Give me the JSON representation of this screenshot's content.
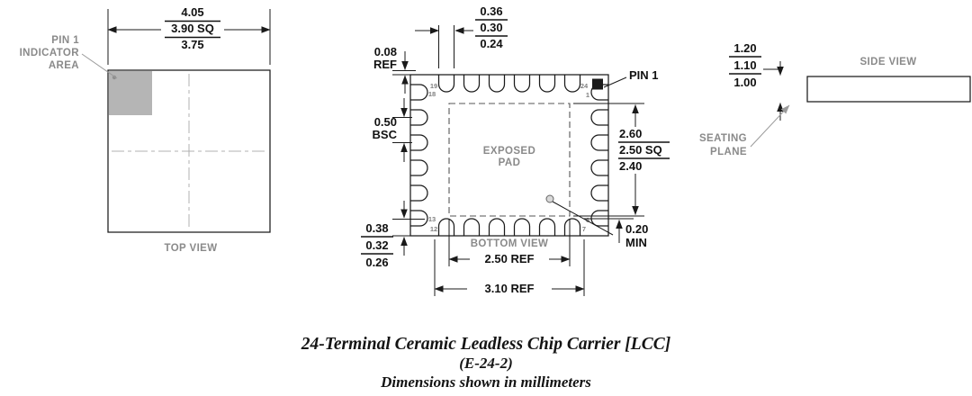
{
  "top_view": {
    "title": "TOP VIEW",
    "pin1_indicator_label": [
      "PIN 1",
      "INDICATOR",
      "AREA"
    ],
    "dim_body": {
      "max": "4.05",
      "typ": "3.90 SQ",
      "min": "3.75"
    }
  },
  "bottom_view": {
    "title": "BOTTOM VIEW",
    "exposed_pad_label": [
      "EXPOSED",
      "PAD"
    ],
    "pin1_label": "PIN 1",
    "dim_terminal_width": {
      "max": "0.36",
      "typ": "0.30",
      "min": "0.24"
    },
    "dim_edge": [
      "0.08",
      "REF"
    ],
    "dim_pitch": [
      "0.50",
      "BSC"
    ],
    "dim_exposed_pad": {
      "max": "2.60",
      "typ": "2.50 SQ",
      "min": "2.40"
    },
    "dim_terminal_length": {
      "max": "0.38",
      "typ": "0.32",
      "min": "0.26"
    },
    "dim_corner_pad": [
      "0.20",
      "MIN"
    ],
    "dim_exposed_ref": "2.50 REF",
    "dim_terminal_row_ref": "3.10 REF",
    "pin_numbers": {
      "top_left": "19",
      "top_right": "24",
      "left_top": "18",
      "left_bottom": "13",
      "bottom_left": "12",
      "bottom_right": "7",
      "right_top": "1",
      "right_bottom": "6"
    }
  },
  "side_view": {
    "title": "SIDE VIEW",
    "dim_height": {
      "max": "1.20",
      "typ": "1.10",
      "min": "1.00"
    },
    "seating_plane_label": [
      "SEATING",
      "PLANE"
    ]
  },
  "caption": {
    "line1": "24-Terminal Ceramic Leadless Chip Carrier [LCC]",
    "line2": "(E-24-2)",
    "line3": "Dimensions shown in millimeters"
  },
  "colors": {
    "line_color": "#1a1a1a",
    "label_gray": "#8a8a8a",
    "indicator_gray": "#b5b5b5"
  }
}
